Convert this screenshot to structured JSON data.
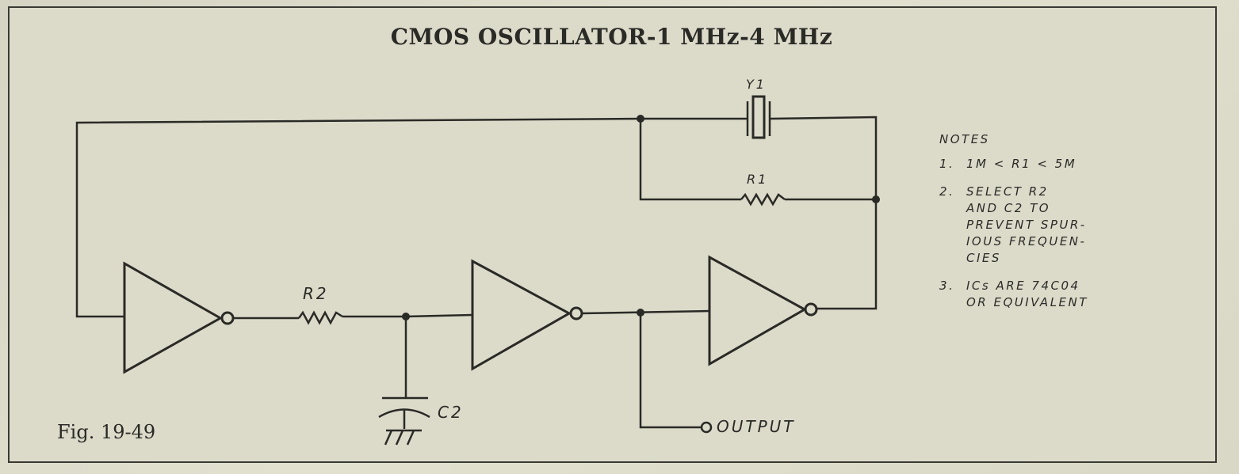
{
  "title": "CMOS OSCILLATOR-1 MHz-4 MHz",
  "figure_label": "Fig. 19-49",
  "components": {
    "crystal": "Y1",
    "r1": "R1",
    "r2": "R2",
    "c2": "C2",
    "output": "OUTPUT"
  },
  "notes": {
    "heading": "NOTES",
    "items": [
      {
        "num": "1.",
        "text": "1M < R1 < 5M"
      },
      {
        "num": "2.",
        "text": "SELECT R2\nAND C2 TO\nPREVENT SPUR-\nIOUS FREQUEN-\nCIES"
      },
      {
        "num": "3.",
        "text": "ICs ARE 74C04\nOR EQUIVALENT"
      }
    ]
  }
}
